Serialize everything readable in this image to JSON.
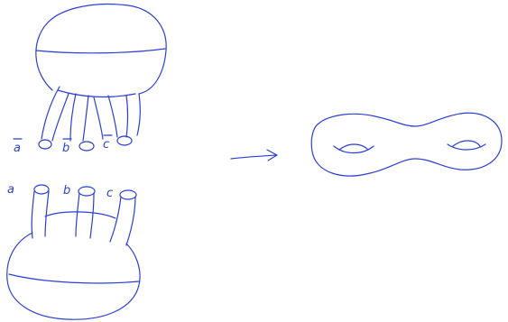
{
  "ink_color": "#2b3fd6",
  "top_surface": {
    "labels": [
      {
        "id": "abar",
        "text": "a"
      },
      {
        "id": "bbar",
        "text": "b"
      },
      {
        "id": "cbar",
        "text": "c"
      }
    ]
  },
  "bottom_surface": {
    "labels": [
      {
        "id": "a",
        "text": "a"
      },
      {
        "id": "b",
        "text": "b"
      },
      {
        "id": "c",
        "text": "c"
      }
    ]
  },
  "result": {
    "shape": "genus-2 surface"
  }
}
